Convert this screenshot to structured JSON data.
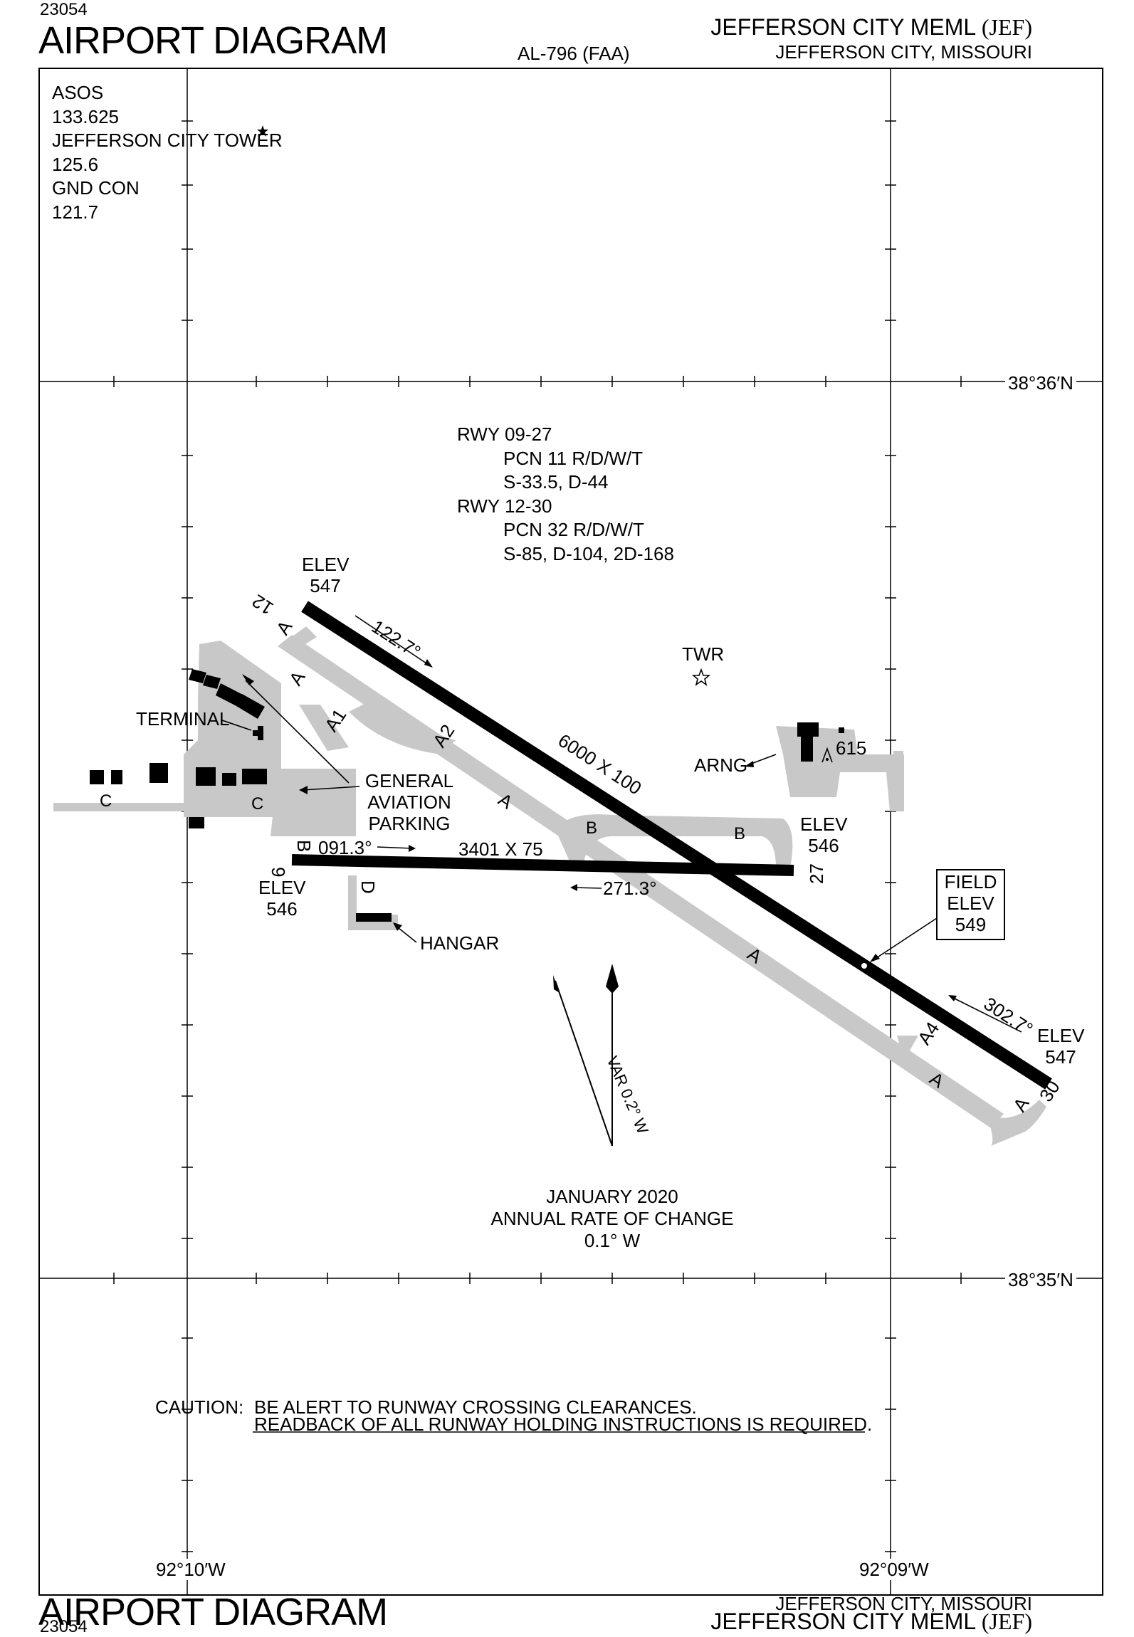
{
  "header": {
    "chart_number_top": "23054",
    "title_top": "AIRPORT DIAGRAM",
    "chart_id": "AL-796 (FAA)",
    "airport_name": "JEFFERSON CITY MEML",
    "airport_code": "(JEF)",
    "location": "JEFFERSON CITY, MISSOURI"
  },
  "footer": {
    "chart_number_bottom": "23054",
    "title_bottom": "AIRPORT DIAGRAM",
    "location": "JEFFERSON CITY, MISSOURI",
    "airport_name": "JEFFERSON CITY MEML",
    "airport_code": "(JEF)"
  },
  "frequencies": [
    "ASOS",
    "133.625",
    "JEFFERSON CITY TOWER",
    "125.6",
    "GND CON",
    "121.7"
  ],
  "grid": {
    "lat_north": "38°36′N",
    "lat_south": "38°35′N",
    "lon_west": "92°10′W",
    "lon_east": "92°09′W"
  },
  "pavement_info": [
    "RWY 09-27",
    "PCN 11 R/D/W/T",
    "S-33.5, D-44",
    "RWY 12-30",
    "PCN 32 R/D/W/T",
    "S-85, D-104, 2D-168"
  ],
  "runways": {
    "rwy_12_30": {
      "end_a": "12",
      "end_b": "30",
      "dims": "6000 X 100",
      "hdg_a": "122.7°",
      "hdg_b": "302.7°",
      "elev_a_label": "ELEV",
      "elev_a": "547",
      "elev_b_label": "ELEV",
      "elev_b": "547"
    },
    "rwy_9_27": {
      "end_a": "9",
      "end_b": "27",
      "dims": "3401 X 75",
      "hdg_a": "091.3°",
      "hdg_b": "271.3°",
      "elev_a_label": "ELEV",
      "elev_a": "546",
      "elev_b_label": "ELEV",
      "elev_b": "546"
    }
  },
  "taxiways": {
    "a": "A",
    "a1": "A1",
    "a2": "A2",
    "a4": "A4",
    "b": "B",
    "c": "C",
    "d": "D"
  },
  "labels": {
    "terminal": "TERMINAL",
    "ga_parking": [
      "GENERAL",
      "AVIATION",
      "PARKING"
    ],
    "hangar": "HANGAR",
    "twr": "TWR",
    "arng": "ARNG",
    "obstacle": "615",
    "field_elev": [
      "FIELD",
      "ELEV",
      "549"
    ]
  },
  "magnetic": {
    "var": "VAR 0.2° W",
    "rate": [
      "JANUARY 2020",
      "ANNUAL RATE OF CHANGE",
      "0.1° W"
    ]
  },
  "caution": {
    "label": "CAUTION:",
    "line1": "BE ALERT TO RUNWAY CROSSING CLEARANCES.",
    "line2": "READBACK OF ALL RUNWAY HOLDING INSTRUCTIONS IS REQUIRED."
  },
  "colors": {
    "pavement": "#c8c8c8",
    "ink": "#000000"
  }
}
